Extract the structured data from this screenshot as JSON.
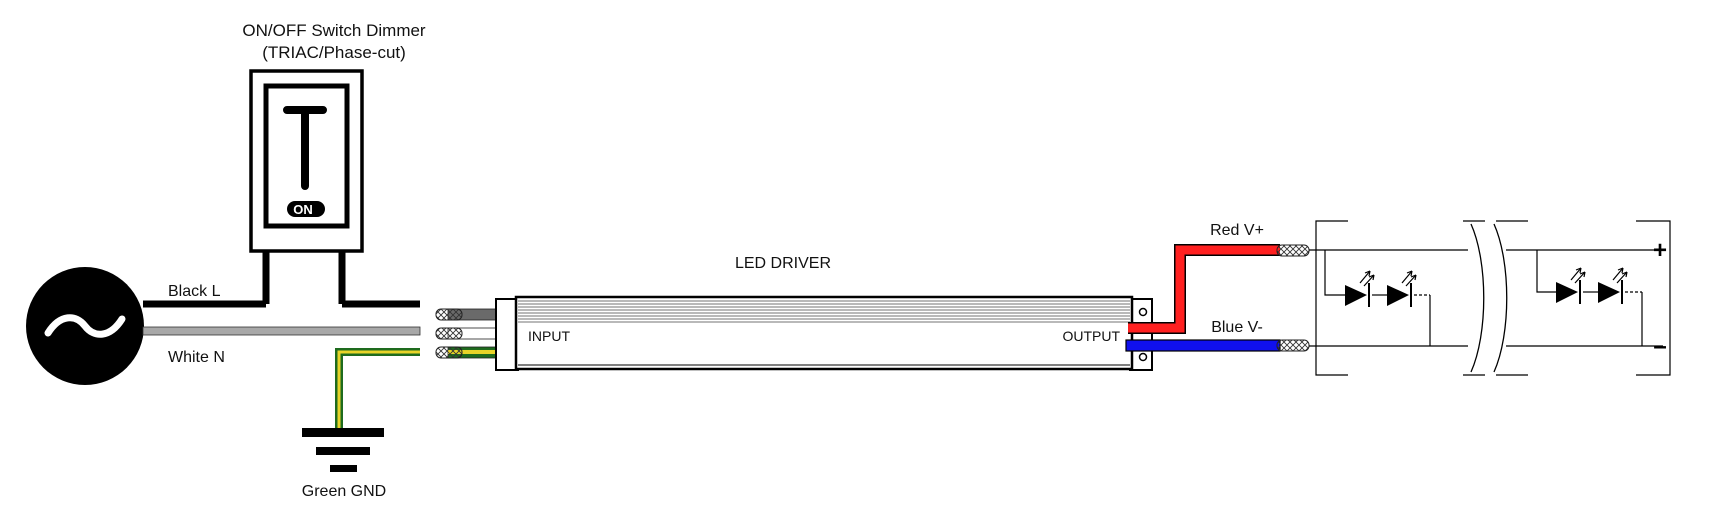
{
  "dimmer": {
    "title_line1": "ON/OFF Switch Dimmer",
    "title_line2": "(TRIAC/Phase-cut)",
    "toggle_label": "ON"
  },
  "mains": {
    "line_label": "Black L",
    "neutral_label": "White N",
    "ground_label": "Green GND",
    "ac_symbol": "~"
  },
  "driver": {
    "title": "LED DRIVER",
    "input_label": "INPUT",
    "output_label": "OUTPUT"
  },
  "output": {
    "positive_label": "Red V+",
    "negative_label": "Blue V-",
    "plus_symbol": "+",
    "minus_symbol": "–"
  },
  "colors": {
    "red_wire": "#ff2020",
    "blue_wire": "#1010ee",
    "ground_green": "#1e6b1e",
    "ground_yellow": "#e8d428",
    "neutral_gray": "#a8a8a8"
  }
}
